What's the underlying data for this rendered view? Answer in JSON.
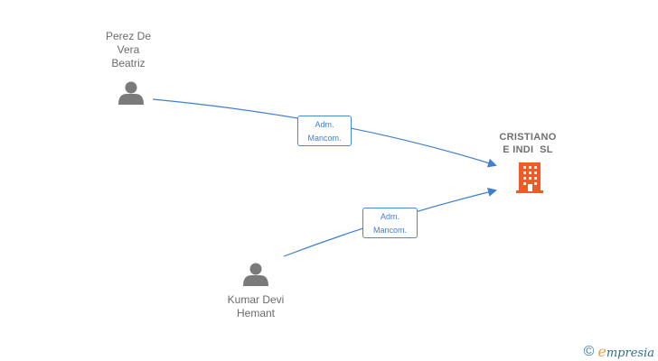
{
  "nodes": {
    "person_1": {
      "lines": [
        "Perez De",
        "Vera",
        "Beatriz"
      ],
      "icon": "person-icon"
    },
    "person_2": {
      "lines": [
        "Kumar Devi",
        "Hemant"
      ],
      "icon": "person-icon"
    },
    "company": {
      "lines": [
        "CRISTIANO",
        "E INDI  SL"
      ],
      "icon": "building-icon",
      "color": "#f05a28"
    }
  },
  "edges": [
    {
      "from": "person_1",
      "to": "company",
      "label_lines": [
        "Adm.",
        "Mancom."
      ]
    },
    {
      "from": "person_2",
      "to": "company",
      "label_lines": [
        "Adm.",
        "Mancom."
      ]
    }
  ],
  "colors": {
    "edge": "#3f7fd0",
    "person": "#7a7a7a",
    "company": "#f05a28"
  },
  "footer": {
    "copyright_symbol": "©",
    "brand_initial": "e",
    "brand_rest": "mpresia"
  }
}
